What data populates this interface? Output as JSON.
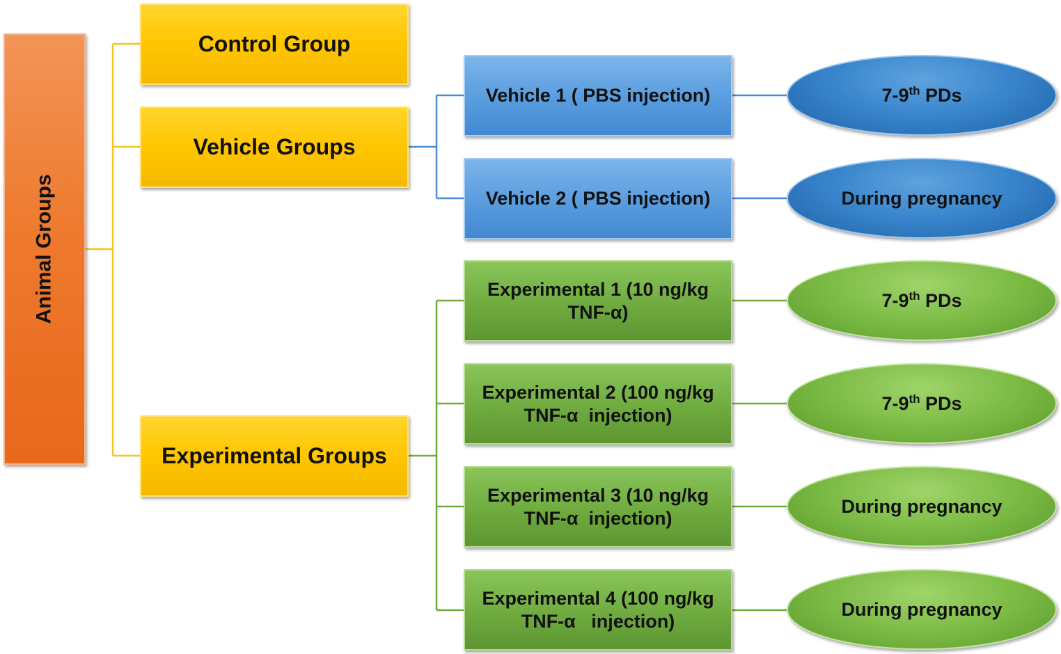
{
  "root": {
    "label": "Animal Groups"
  },
  "groups": {
    "control": "Control Group",
    "vehicle": "Vehicle Groups",
    "experimental": "Experimental Groups"
  },
  "vehicle_items": [
    {
      "label": "Vehicle 1 ( PBS injection)",
      "timing_pre": "7-9",
      "timing_sup": "th",
      "timing_post": " PDs"
    },
    {
      "label": "Vehicle 2 ( PBS injection)",
      "timing": "During pregnancy"
    }
  ],
  "experimental_items": [
    {
      "line1": "Experimental 1 (10 ng/kg",
      "line2": "TNF-α)",
      "timing_pre": "7-9",
      "timing_sup": "th",
      "timing_post": " PDs"
    },
    {
      "line1": "Experimental 2 (100 ng/kg",
      "line2": "TNF-α  injection)",
      "timing_pre": "7-9",
      "timing_sup": "th",
      "timing_post": " PDs"
    },
    {
      "line1": "Experimental 3 (10 ng/kg",
      "line2": "TNF-α  injection)",
      "timing": "During pregnancy"
    },
    {
      "line1": "Experimental 4 (100 ng/kg",
      "line2": "TNF-α   injection)",
      "timing": "During pregnancy"
    }
  ],
  "colors": {
    "root": "#ee7a2e",
    "group": "#ffc600",
    "vehicle": "#5b9ee0",
    "experimental": "#6fab3f",
    "vehicle_ellipse": "#2f78c2",
    "experimental_ellipse": "#7cbb45",
    "connector_gold": "#f5c518",
    "connector_blue": "#4a8ccf",
    "connector_green": "#6fab3f"
  }
}
